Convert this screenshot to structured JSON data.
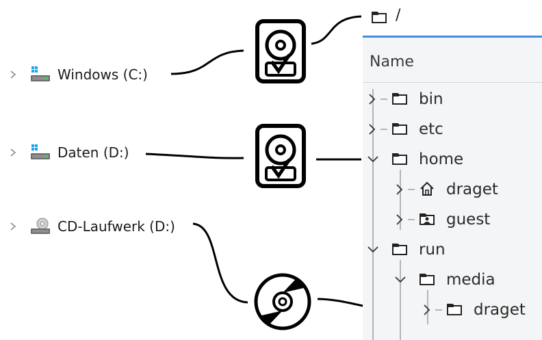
{
  "drives": [
    {
      "label": "Windows (C:)",
      "icon": "windows-drive-icon"
    },
    {
      "label": "Daten (D:)",
      "icon": "windows-drive-icon"
    },
    {
      "label": "CD-Laufwerk (D:)",
      "icon": "cd-drive-icon"
    }
  ],
  "symbols": [
    {
      "icon": "hard-disk-icon"
    },
    {
      "icon": "hard-disk-icon"
    },
    {
      "icon": "optical-disc-icon"
    }
  ],
  "file_panel": {
    "path": "/",
    "column_header": "Name",
    "tree": [
      {
        "label": "bin",
        "icon": "folder-icon",
        "expanded": false
      },
      {
        "label": "etc",
        "icon": "folder-icon",
        "expanded": false
      },
      {
        "label": "home",
        "icon": "folder-icon",
        "expanded": true
      },
      {
        "label": "draget",
        "icon": "home-folder-icon",
        "expanded": false
      },
      {
        "label": "guest",
        "icon": "user-folder-icon",
        "expanded": false
      },
      {
        "label": "run",
        "icon": "folder-icon",
        "expanded": true
      },
      {
        "label": "media",
        "icon": "folder-icon",
        "expanded": true
      },
      {
        "label": "draget",
        "icon": "folder-icon",
        "expanded": false
      }
    ]
  },
  "colors": {
    "accent": "#3d8ee0",
    "windows_blue": "#1aa3e8",
    "panel_bg": "#f4f5f6"
  }
}
